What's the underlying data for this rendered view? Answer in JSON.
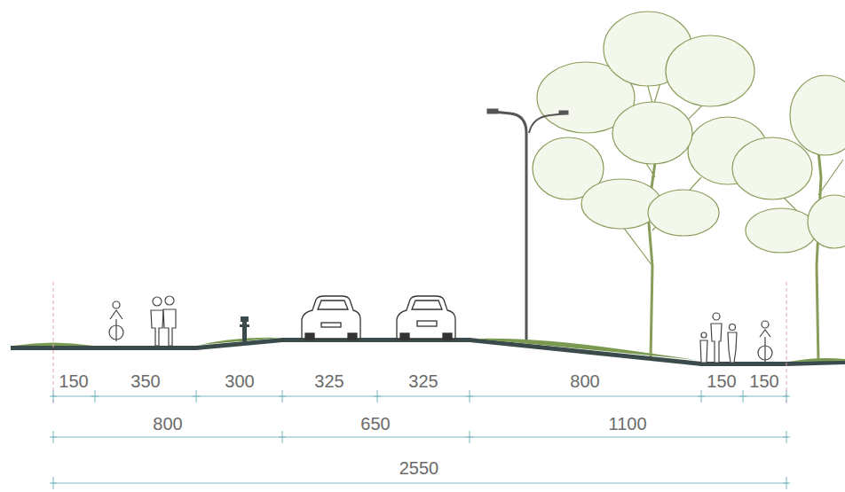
{
  "diagram": {
    "labels": [
      "150",
      "350",
      "300",
      "325",
      "325",
      "800",
      "150",
      "150",
      "800",
      "650",
      "1100",
      "2550"
    ]
  }
}
